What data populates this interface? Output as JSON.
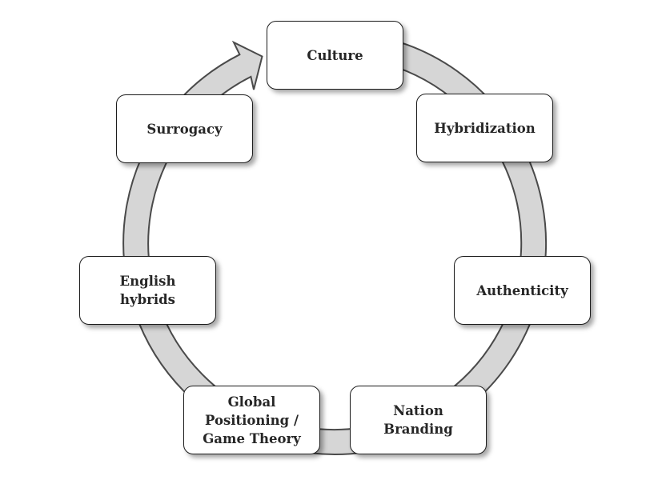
{
  "diagram": {
    "type": "cycle",
    "direction": "clockwise",
    "connector": "circular-arrow",
    "nodes": [
      {
        "id": "culture",
        "lines": [
          "Culture"
        ]
      },
      {
        "id": "hybridization",
        "lines": [
          "Hybridization"
        ]
      },
      {
        "id": "authenticity",
        "lines": [
          "Authenticity"
        ]
      },
      {
        "id": "nation-branding",
        "lines": [
          "Nation",
          "Branding"
        ]
      },
      {
        "id": "global-positioning",
        "lines": [
          "Global",
          "Positioning /",
          "Game Theory"
        ]
      },
      {
        "id": "english-hybrids",
        "lines": [
          "English",
          "hybrids"
        ]
      },
      {
        "id": "surrogacy",
        "lines": [
          "Surrogacy"
        ]
      }
    ],
    "colors": {
      "ring_fill": "#d6d6d6",
      "ring_stroke": "#4a4a4a",
      "box_fill": "#ffffff",
      "box_border": "#1c1c1c",
      "text": "#262626",
      "background": "#ffffff"
    }
  }
}
